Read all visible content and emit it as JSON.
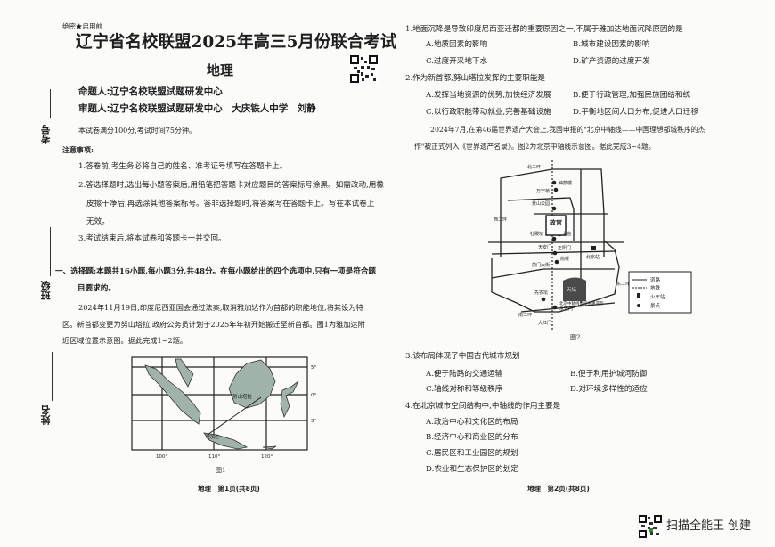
{
  "binding": {
    "exam_number": "考号",
    "class": "班级",
    "name": "姓名"
  },
  "page1": {
    "secrecy": "绝密★启用前",
    "title": "辽宁省名校联盟2025年高三5月份联合考试",
    "subject": "地理",
    "setter": "命题人:辽宁名校联盟试题研发中心",
    "reviewer": "审题人:辽宁名校联盟试题研发中心　大庆铁人中学　刘静",
    "exam_info": "本试卷满分100分,考试时间75分钟。",
    "notes_title": "注意事项:",
    "notes": [
      "1.答卷前,考生务必将自己的姓名、准考证号填写在答题卡上。",
      "2.答选择题时,选出每小题答案后,用铅笔把答题卡对应题目的答案标号涂黑。如需改动,用橡",
      "皮擦干净后,再选涂其他答案标号。答非选择题时,将答案写在答题卡上。写在本试卷上",
      "无效。",
      "3.考试结束后,将本试卷和答题卡一并交回。"
    ],
    "section_header": [
      "一、选择题:本题共16小题,每小题3分,共48分。在每小题给出的四个选项中,只有一项是符合题",
      "目要求的。"
    ],
    "passage": [
      "2024年11月19日,印度尼西亚国会通过法案,取消雅加达作为首都的职能地位,将其设为特",
      "区。新首都变更为努山塔拉,政府公务员计划于2025年年初开始搬迁至新首都。图1为雅加达附",
      "近区域位置示意图。据此完成1~2题。"
    ],
    "figure1": {
      "caption": "图1",
      "lon_ticks": [
        "100°",
        "110°",
        "120°"
      ],
      "lat_ticks": [
        "5°",
        "0°",
        "5°"
      ],
      "labels": {
        "new_capital": "努山塔拉",
        "old_capital": "雅加达"
      },
      "land_color": "#9fb3a8"
    },
    "footer": "地理　第1页(共8页)"
  },
  "page2": {
    "questions": [
      {
        "stem": "1.地面沉降是导致印度尼西亚迁都的重要原因之一,不属于雅加达地面沉降原因的是",
        "options": [
          "A.地质因素的影响",
          "B.城市建设因素的影响",
          "C.过度开采地下水",
          "D.矿产资源的过度开发"
        ]
      },
      {
        "stem": "2.作为新首都,努山塔拉发挥的主要职能是",
        "options": [
          "A.发挥当地资源的优势,加快经济发展",
          "B.便于行政管理,加强民族团结和统一",
          "C.以行政职能带动就业,完善基础设施",
          "D.平衡地区间人口分布,促进人口迁移"
        ]
      }
    ],
    "passage": [
      "2024年7月,在第46届世界遗产大会上,我国申报的\"北京中轴线——中国理想都城秩序的杰",
      "作\"被正式列入《世界遗产名录》。图2为北京中轴线示意图。据此完成3~4题。"
    ],
    "figure2": {
      "caption": "图2",
      "labels": {
        "north_ring": "北二环",
        "west_ring": "西二环",
        "east_ring": "东二环",
        "south_ring": "南二环",
        "bell_drum": "钟鼓楼",
        "wanning": "万宁桥",
        "jingshan": "景山公园",
        "palace": "故宫",
        "sheji": "社稷坛",
        "taimiao": "太庙",
        "tiananmen": "天安门",
        "zhengyangmen": "正阳门",
        "jianlou": "箭楼",
        "qianmen": "前门大街",
        "station": "北京站",
        "xiannong": "先农坛",
        "tiantan": "天坛",
        "south_relic": "北京中轴线南段道路遗存",
        "yongdingmen": "永定门",
        "dahongmen": "大红门"
      },
      "legend": [
        "道路",
        "地铁",
        "火车站",
        "景点"
      ]
    },
    "questions2": [
      {
        "stem": "3.该布局体现了中国古代城市规划",
        "options": [
          "A.便于陆路的交通运输",
          "B.便于利用护城河防御",
          "C.轴线对称和等级秩序",
          "D.对环境多样性的适应"
        ]
      },
      {
        "stem": "4.在北京城市空间结构中,中轴线的作用主要是",
        "options": [
          "A.政治中心和文化区的布局",
          "B.经济中心和商业区的分布",
          "C.居民区和工业园区的规划",
          "D.农业和生态保护区的划定"
        ]
      }
    ],
    "footer": "地理　第2页(共8页)"
  },
  "watermark": "扫描全能王 创建"
}
